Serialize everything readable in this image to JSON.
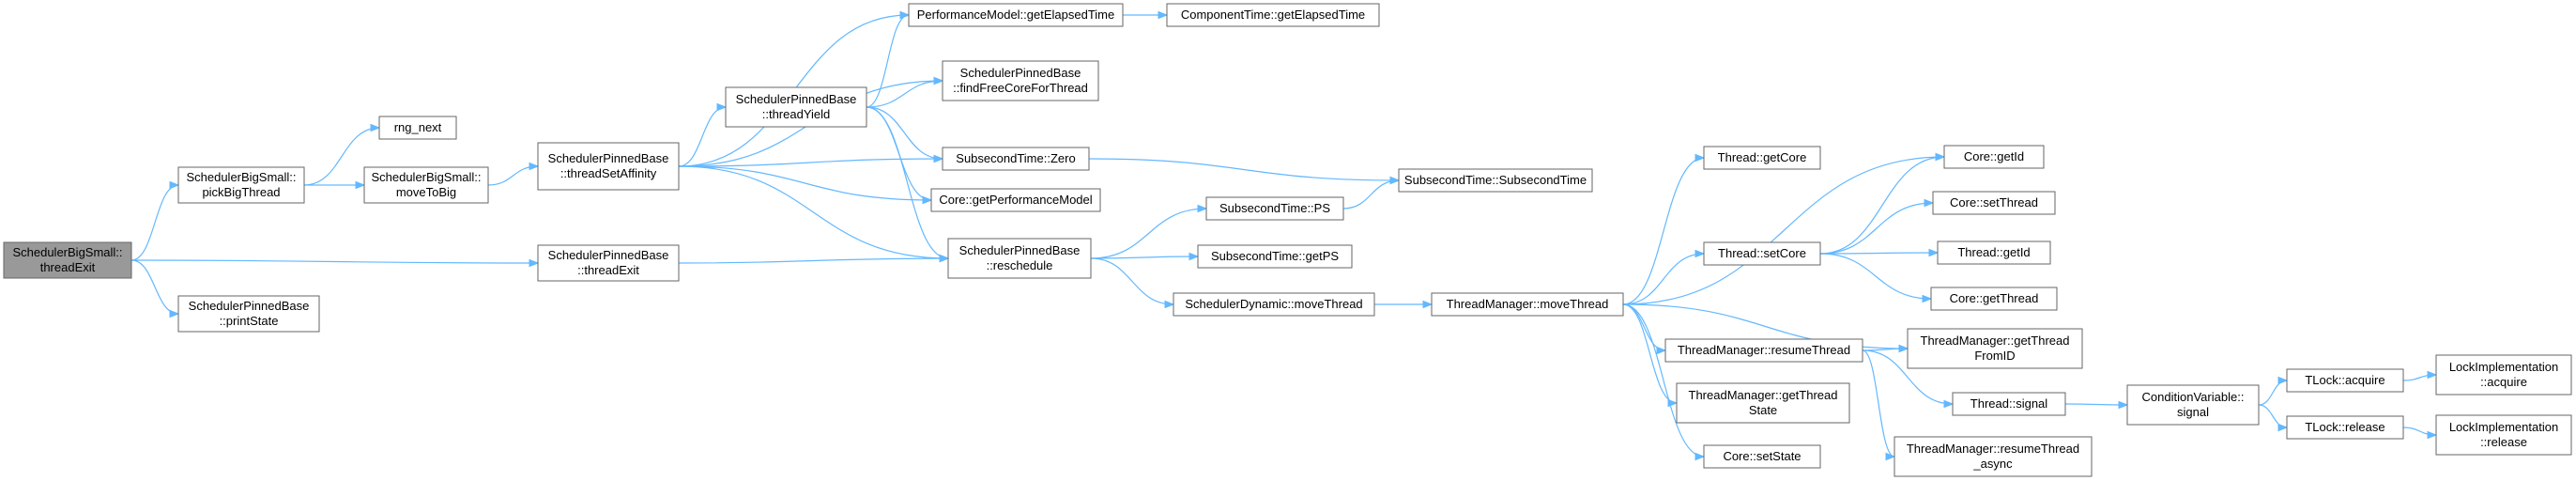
{
  "graph": {
    "colors": {
      "edge": "#63b8ff",
      "node_border": "#666666",
      "root_fill": "#999999",
      "node_fill": "#ffffff"
    },
    "nodes": [
      {
        "id": "root",
        "lines": [
          "SchedulerBigSmall::",
          "threadExit"
        ],
        "root": true
      },
      {
        "id": "pickBigThread",
        "lines": [
          "SchedulerBigSmall::",
          "pickBigThread"
        ]
      },
      {
        "id": "printState",
        "lines": [
          "SchedulerPinnedBase",
          "::printState"
        ]
      },
      {
        "id": "rng_next",
        "lines": [
          "rng_next"
        ]
      },
      {
        "id": "moveToBig",
        "lines": [
          "SchedulerBigSmall::",
          "moveToBig"
        ]
      },
      {
        "id": "threadSetAffinity",
        "lines": [
          "SchedulerPinnedBase",
          "::threadSetAffinity"
        ]
      },
      {
        "id": "threadExitBase",
        "lines": [
          "SchedulerPinnedBase",
          "::threadExit"
        ]
      },
      {
        "id": "threadYield",
        "lines": [
          "SchedulerPinnedBase",
          "::threadYield"
        ]
      },
      {
        "id": "perfElapsed",
        "lines": [
          "PerformanceModel::getElapsedTime"
        ]
      },
      {
        "id": "findFreeCore",
        "lines": [
          "SchedulerPinnedBase",
          "::findFreeCoreForThread"
        ]
      },
      {
        "id": "subZero",
        "lines": [
          "SubsecondTime::Zero"
        ]
      },
      {
        "id": "getPerfModel",
        "lines": [
          "Core::getPerformanceModel"
        ]
      },
      {
        "id": "reschedule",
        "lines": [
          "SchedulerPinnedBase",
          "::reschedule"
        ]
      },
      {
        "id": "compElapsed",
        "lines": [
          "ComponentTime::getElapsedTime"
        ]
      },
      {
        "id": "subPS",
        "lines": [
          "SubsecondTime::PS"
        ]
      },
      {
        "id": "subGetPS",
        "lines": [
          "SubsecondTime::getPS"
        ]
      },
      {
        "id": "dynMoveThread",
        "lines": [
          "SchedulerDynamic::moveThread"
        ]
      },
      {
        "id": "subSubsecond",
        "lines": [
          "SubsecondTime::SubsecondTime"
        ]
      },
      {
        "id": "tmMoveThread",
        "lines": [
          "ThreadManager::moveThread"
        ]
      },
      {
        "id": "threadGetCore",
        "lines": [
          "Thread::getCore"
        ]
      },
      {
        "id": "threadSetCore",
        "lines": [
          "Thread::setCore"
        ]
      },
      {
        "id": "tmResume",
        "lines": [
          "ThreadManager::resumeThread"
        ]
      },
      {
        "id": "tmGetState",
        "lines": [
          "ThreadManager::getThread",
          "State"
        ]
      },
      {
        "id": "coreSetState",
        "lines": [
          "Core::setState"
        ]
      },
      {
        "id": "coreGetId",
        "lines": [
          "Core::getId"
        ]
      },
      {
        "id": "coreSetThread",
        "lines": [
          "Core::setThread"
        ]
      },
      {
        "id": "threadGetId",
        "lines": [
          "Thread::getId"
        ]
      },
      {
        "id": "coreGetThread",
        "lines": [
          "Core::getThread"
        ]
      },
      {
        "id": "tmGetFromID",
        "lines": [
          "ThreadManager::getThread",
          "FromID"
        ]
      },
      {
        "id": "threadSignal",
        "lines": [
          "Thread::signal"
        ]
      },
      {
        "id": "tmResumeAsync",
        "lines": [
          "ThreadManager::resumeThread",
          "_async"
        ]
      },
      {
        "id": "condSignal",
        "lines": [
          "ConditionVariable::",
          "signal"
        ]
      },
      {
        "id": "tlockAcquire",
        "lines": [
          "TLock::acquire"
        ]
      },
      {
        "id": "tlockRelease",
        "lines": [
          "TLock::release"
        ]
      },
      {
        "id": "lockAcquire",
        "lines": [
          "LockImplementation",
          "::acquire"
        ]
      },
      {
        "id": "lockRelease",
        "lines": [
          "LockImplementation",
          "::release"
        ]
      }
    ],
    "edges": [
      [
        "root",
        "pickBigThread"
      ],
      [
        "root",
        "threadExitBase"
      ],
      [
        "root",
        "printState"
      ],
      [
        "pickBigThread",
        "rng_next"
      ],
      [
        "pickBigThread",
        "moveToBig"
      ],
      [
        "moveToBig",
        "threadSetAffinity"
      ],
      [
        "threadSetAffinity",
        "perfElapsed"
      ],
      [
        "threadSetAffinity",
        "findFreeCore"
      ],
      [
        "threadSetAffinity",
        "threadYield"
      ],
      [
        "threadSetAffinity",
        "subZero"
      ],
      [
        "threadSetAffinity",
        "getPerfModel"
      ],
      [
        "threadSetAffinity",
        "reschedule"
      ],
      [
        "threadExitBase",
        "reschedule"
      ],
      [
        "threadYield",
        "perfElapsed"
      ],
      [
        "threadYield",
        "findFreeCore"
      ],
      [
        "threadYield",
        "subZero"
      ],
      [
        "threadYield",
        "getPerfModel"
      ],
      [
        "threadYield",
        "reschedule"
      ],
      [
        "perfElapsed",
        "compElapsed"
      ],
      [
        "subZero",
        "subSubsecond"
      ],
      [
        "reschedule",
        "subPS"
      ],
      [
        "reschedule",
        "subGetPS"
      ],
      [
        "reschedule",
        "dynMoveThread"
      ],
      [
        "subPS",
        "subSubsecond"
      ],
      [
        "dynMoveThread",
        "tmMoveThread"
      ],
      [
        "tmMoveThread",
        "threadGetCore"
      ],
      [
        "tmMoveThread",
        "coreGetId"
      ],
      [
        "tmMoveThread",
        "threadSetCore"
      ],
      [
        "tmMoveThread",
        "tmGetFromID"
      ],
      [
        "tmMoveThread",
        "tmResume"
      ],
      [
        "tmMoveThread",
        "tmGetState"
      ],
      [
        "tmMoveThread",
        "coreSetState"
      ],
      [
        "threadSetCore",
        "coreGetId"
      ],
      [
        "threadSetCore",
        "coreSetThread"
      ],
      [
        "threadSetCore",
        "threadGetId"
      ],
      [
        "threadSetCore",
        "coreGetThread"
      ],
      [
        "tmResume",
        "tmGetFromID"
      ],
      [
        "tmResume",
        "threadSignal"
      ],
      [
        "tmResume",
        "tmResumeAsync"
      ],
      [
        "threadSignal",
        "condSignal"
      ],
      [
        "condSignal",
        "tlockAcquire"
      ],
      [
        "condSignal",
        "tlockRelease"
      ],
      [
        "tlockAcquire",
        "lockAcquire"
      ],
      [
        "tlockRelease",
        "lockRelease"
      ]
    ]
  }
}
